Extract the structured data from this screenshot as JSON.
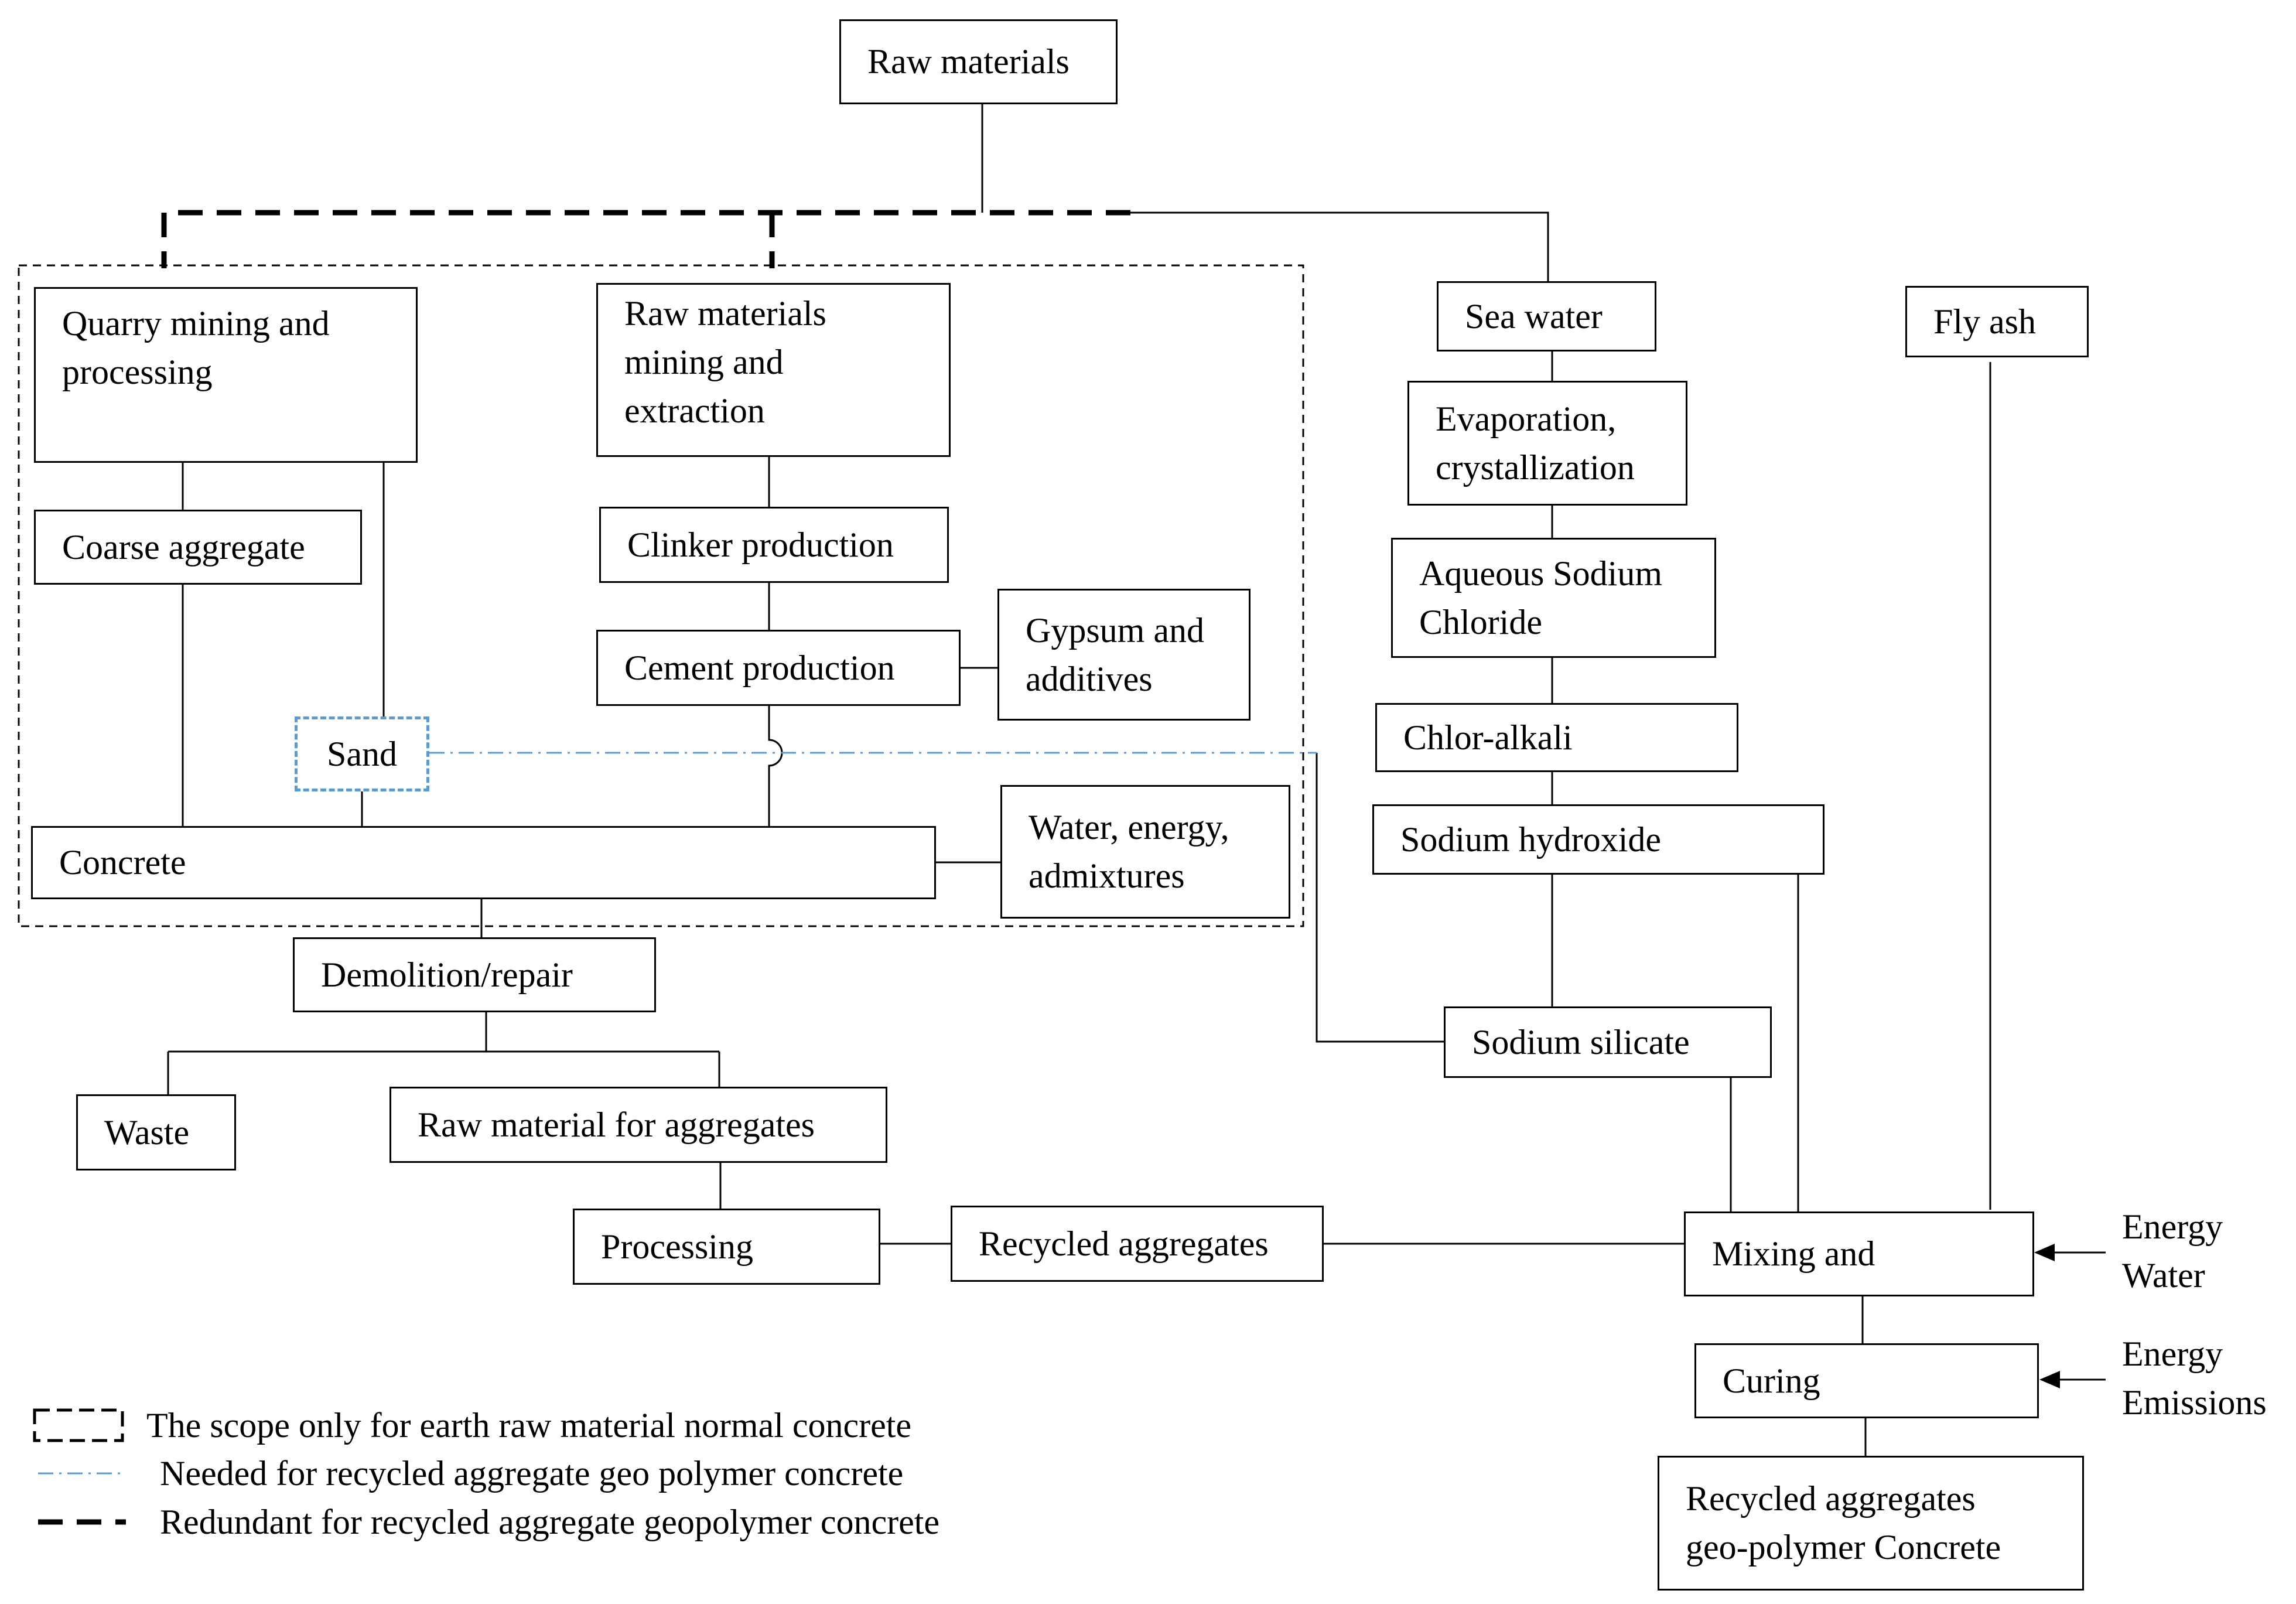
{
  "nodes": {
    "raw_materials": "Raw materials",
    "quarry": "Quarry mining and\nprocessing",
    "raw_mining": "Raw materials\nmining and\nextraction",
    "sea_water": "Sea water",
    "fly_ash": "Fly ash",
    "evaporation": "Evaporation,\ncrystallization",
    "coarse_aggregate": "Coarse aggregate",
    "clinker": "Clinker production",
    "aqueous_nacl": "Aqueous Sodium\nChloride",
    "cement": "Cement production",
    "gypsum": "Gypsum and\nadditives",
    "chlor_alkali": "Chlor-alkali",
    "sand": "Sand",
    "concrete": "Concrete",
    "water_energy": "Water, energy,\nadmixtures",
    "naoh": "Sodium hydroxide",
    "demolition": "Demolition/repair",
    "sodium_silicate": "Sodium silicate",
    "waste": "Waste",
    "raw_for_aggregates": "Raw material for aggregates",
    "processing": "Processing",
    "recycled_aggregates": "Recycled aggregates",
    "mixing": "Mixing and",
    "curing": "Curing",
    "final": "Recycled aggregates\ngeo-polymer Concrete"
  },
  "inputs": {
    "mixing": "Energy\nWater",
    "curing": "Energy\nEmissions"
  },
  "legend": [
    {
      "style": "dashed-box",
      "text": "The scope only for earth raw material normal concrete"
    },
    {
      "style": "dash-dot-blue",
      "text": "Needed for recycled aggregate geo polymer concrete"
    },
    {
      "style": "thick-dash",
      "text": "Redundant for recycled aggregate geopolymer concrete"
    }
  ],
  "colors": {
    "line": "#000000",
    "needed_line": "#5b9bd5"
  }
}
